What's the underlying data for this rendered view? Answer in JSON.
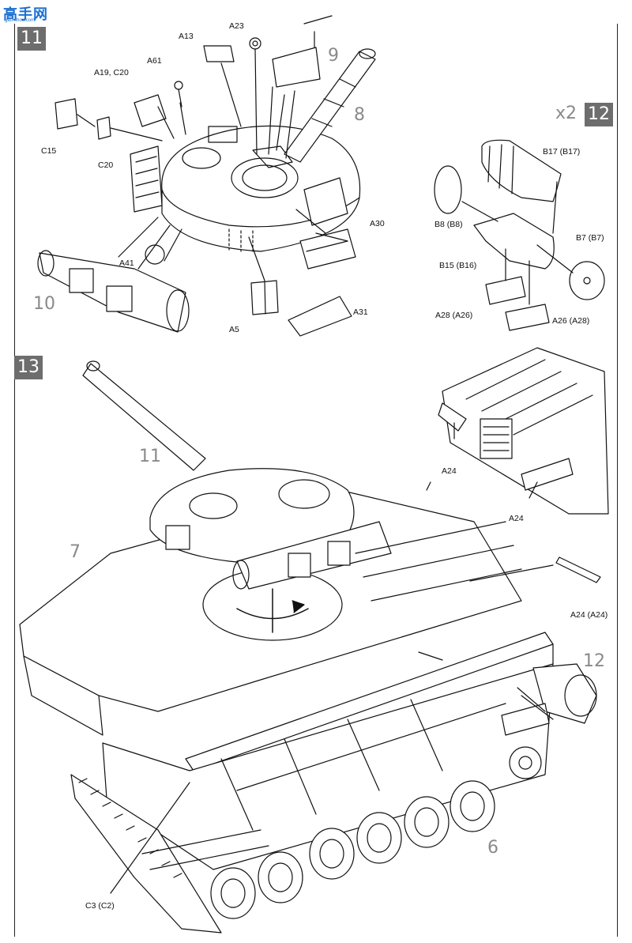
{
  "logo": {
    "main": "高手网",
    "sub": "gao-shou.com"
  },
  "steps": {
    "s11": "11",
    "s12": "12",
    "s13": "13"
  },
  "multiplier": "x2",
  "ref_numbers": {
    "r9": "9",
    "r8": "8",
    "r10": "10",
    "r11": "11",
    "r7": "7",
    "r12": "12",
    "r6": "6"
  },
  "labels": {
    "A13": "A13",
    "A23": "A23",
    "A61": "A61",
    "A19C20": "A19, C20",
    "C15": "C15",
    "C20": "C20",
    "A41": "A41",
    "A5": "A5",
    "A30": "A30",
    "A31": "A31",
    "B17": "B17 (B17)",
    "B8": "B8 (B8)",
    "B15": "B15 (B16)",
    "B7": "B7 (B7)",
    "A28": "A28 (A26)",
    "A26": "A26 (A28)",
    "A24a": "A24",
    "A24b": "A24",
    "A24c": "A24 (A24)",
    "C3": "C3 (C2)"
  }
}
